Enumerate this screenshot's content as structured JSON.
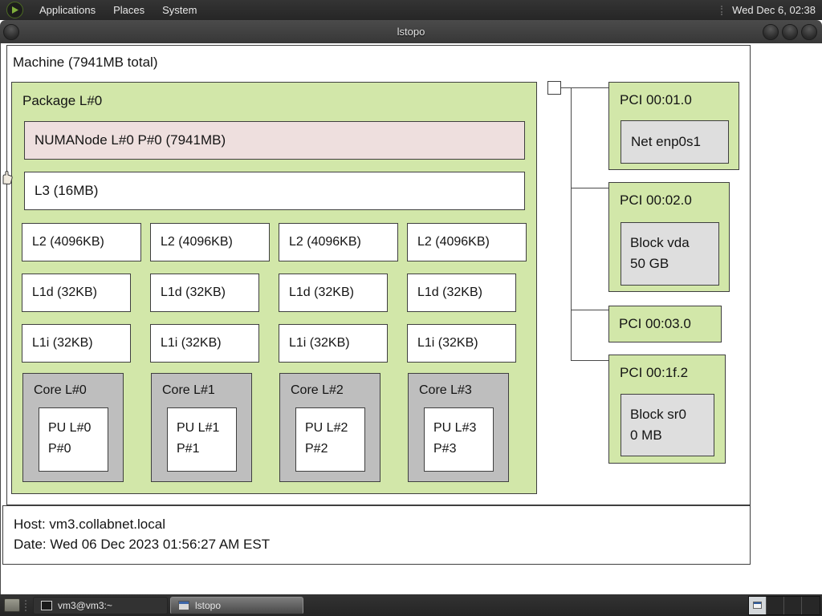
{
  "panel": {
    "menus": [
      {
        "label": "Applications"
      },
      {
        "label": "Places"
      },
      {
        "label": "System"
      }
    ],
    "clock": "Wed Dec 6, 02:38"
  },
  "window": {
    "title": "lstopo"
  },
  "topology": {
    "machine_label": "Machine (7941MB total)",
    "package_label": "Package L#0",
    "numanode_label": "NUMANode L#0 P#0 (7941MB)",
    "l3_label": "L3 (16MB)",
    "l2": [
      "L2 (4096KB)",
      "L2 (4096KB)",
      "L2 (4096KB)",
      "L2 (4096KB)"
    ],
    "l1d": [
      "L1d (32KB)",
      "L1d (32KB)",
      "L1d (32KB)",
      "L1d (32KB)"
    ],
    "l1i": [
      "L1i (32KB)",
      "L1i (32KB)",
      "L1i (32KB)",
      "L1i (32KB)"
    ],
    "cores": [
      {
        "label": "Core L#0",
        "pu_l": "PU L#0",
        "pu_p": "P#0"
      },
      {
        "label": "Core L#1",
        "pu_l": "PU L#1",
        "pu_p": "P#1"
      },
      {
        "label": "Core L#2",
        "pu_l": "PU L#2",
        "pu_p": "P#2"
      },
      {
        "label": "Core L#3",
        "pu_l": "PU L#3",
        "pu_p": "P#3"
      }
    ],
    "pci": [
      {
        "label": "PCI 00:01.0",
        "dev1": "Net enp0s1"
      },
      {
        "label": "PCI 00:02.0",
        "dev1": "Block vda",
        "dev2": "50 GB"
      },
      {
        "label": "PCI 00:03.0"
      },
      {
        "label": "PCI 00:1f.2",
        "dev1": "Block sr0",
        "dev2": "0 MB"
      }
    ],
    "legend": {
      "host": "Host: vm3.collabnet.local",
      "date": "Date: Wed 06 Dec 2023 01:56:27 AM EST"
    }
  },
  "taskbar": {
    "tasks": [
      {
        "label": "vm3@vm3:~"
      },
      {
        "label": "lstopo"
      }
    ]
  },
  "colors": {
    "package_green": "#d2e7a9",
    "numanode_pink": "#eedfde",
    "core_gray": "#bebebe",
    "os_device_gray": "#dedede",
    "box_border": "#3f3f3f",
    "panel_bg": "#2d2d2d",
    "titlebar_bg": "#3e3e3e"
  }
}
